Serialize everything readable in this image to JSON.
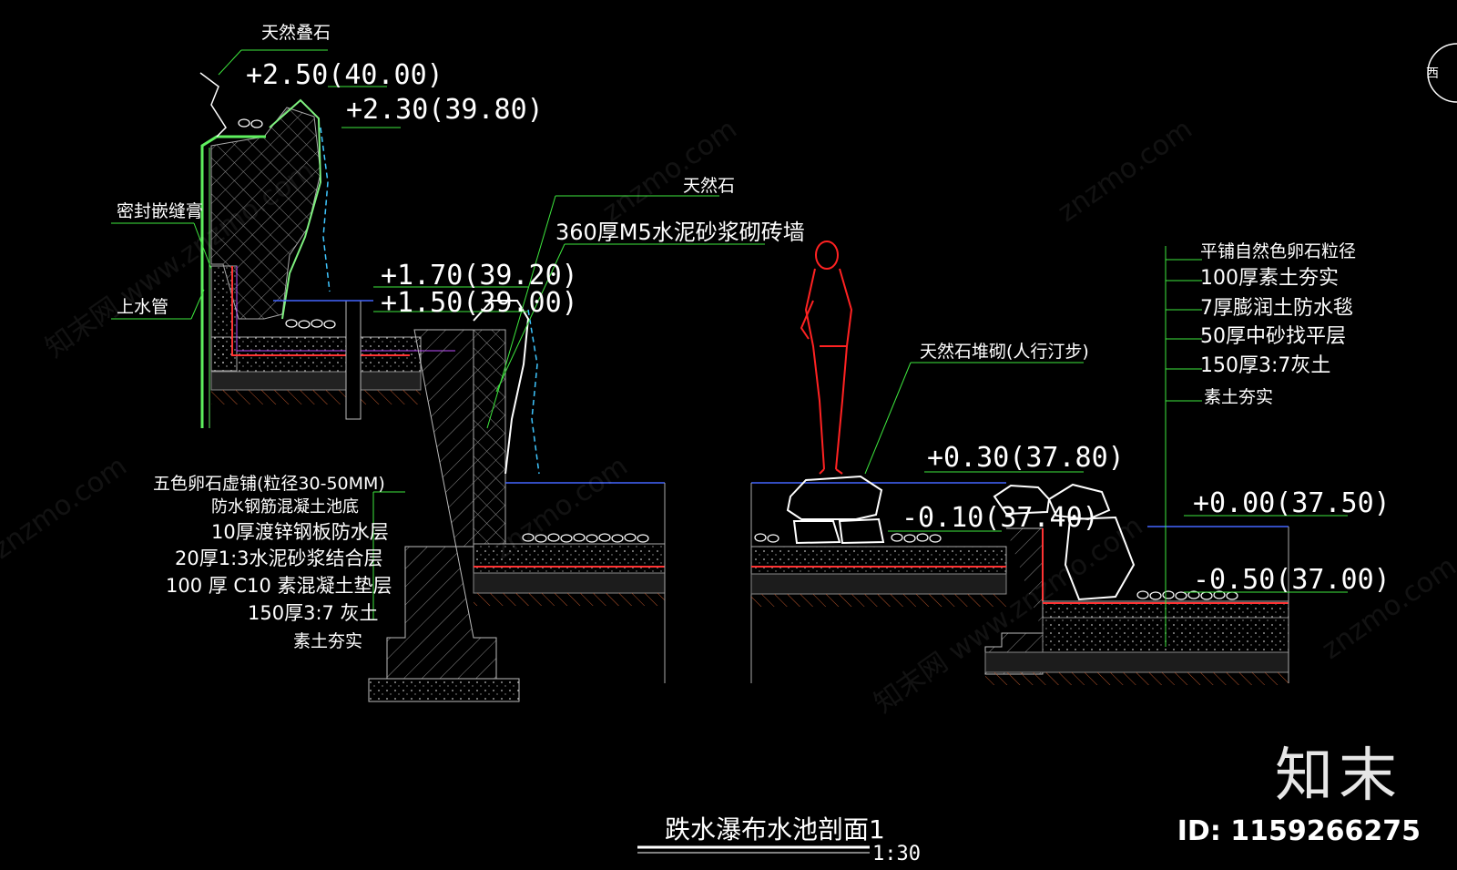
{
  "title": "跌水瀑布水池剖面1",
  "scale": "1:30",
  "compass": "西",
  "logo": "知末",
  "id_text": "ID: 1159266275",
  "watermark": "znzmo.com",
  "watermark_cn": "知末网 www.znzmo.com",
  "elevations": {
    "e250": "+2.50(40.00)",
    "e230": "+2.30(39.80)",
    "e170": "+1.70(39.20)",
    "e150": "+1.50(39.00)",
    "e030": "+0.30(37.80)",
    "em010": "-0.10(37.40)",
    "e000": "+0.00(37.50)",
    "em050": "-0.50(37.00)"
  },
  "labels": {
    "stack_stone": "天然叠石",
    "sealant": "密封嵌缝膏",
    "supply_pipe": "上水管",
    "natural_stone": "天然石",
    "brick_wall": "360厚M5水泥砂浆砌砖墙",
    "stepping_stone": "天然石堆砌(人行汀步)"
  },
  "left_layers": [
    "五色卵石虚铺(粒径30-50MM)",
    "防水钢筋混凝土池底",
    "10厚渡锌钢板防水层",
    "20厚1:3水泥砂浆结合层",
    "100 厚 C10 素混凝土垫层",
    "150厚3:7 灰土",
    "素土夯实"
  ],
  "right_layers": [
    "平铺自然色卵石粒径",
    "100厚素土夯实",
    "7厚膨润土防水毯",
    "50厚中砂找平层",
    "150厚3:7灰土",
    "素土夯实"
  ]
}
